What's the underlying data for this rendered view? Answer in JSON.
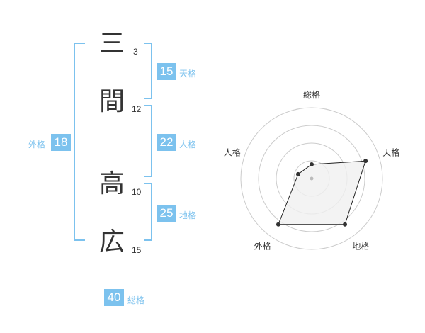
{
  "name": {
    "chars": [
      {
        "char": "三",
        "strokes": "3"
      },
      {
        "char": "間",
        "strokes": "12"
      },
      {
        "char": "高",
        "strokes": "10"
      },
      {
        "char": "広",
        "strokes": "15"
      }
    ]
  },
  "kakusu": {
    "tenkaku": {
      "value": "15",
      "label": "天格"
    },
    "jinkaku": {
      "value": "22",
      "label": "人格"
    },
    "chikaku": {
      "value": "25",
      "label": "地格"
    },
    "gaikaku": {
      "value": "18",
      "label": "外格"
    },
    "soukaku": {
      "value": "40",
      "label": "総格"
    }
  },
  "colors": {
    "accent": "#7cc2ee",
    "text": "#333333",
    "radar_fill": "#f0f0f0",
    "radar_grid": "#cccccc"
  },
  "chart_data": {
    "type": "radar",
    "axes": [
      "総格",
      "天格",
      "地格",
      "外格",
      "人格"
    ],
    "rings": 4,
    "series": [
      {
        "values": [
          1,
          4,
          4,
          4,
          1
        ]
      }
    ],
    "range": [
      0,
      5
    ]
  }
}
